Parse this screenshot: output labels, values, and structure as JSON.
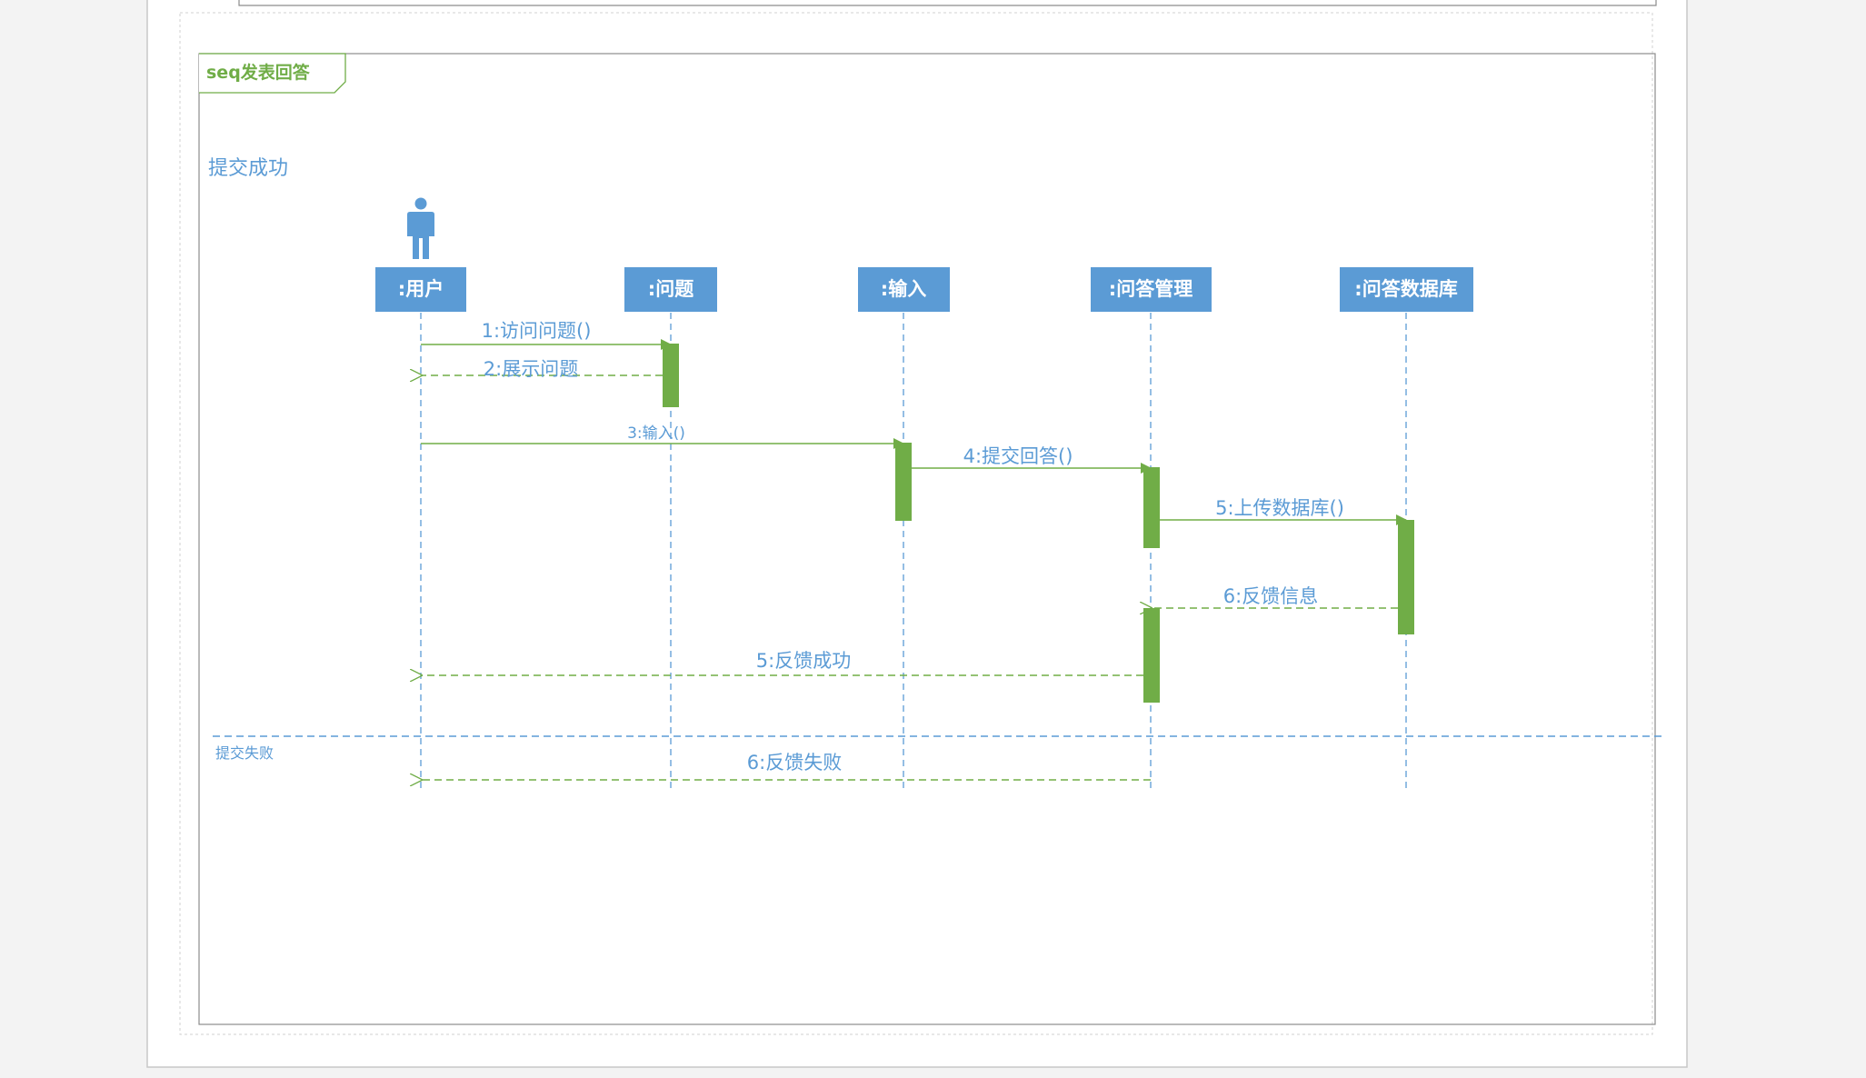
{
  "frame": {
    "title": "seq发表回答"
  },
  "fragment": {
    "section1_label": "提交成功",
    "section2_label": "提交失败"
  },
  "lifelines": [
    {
      "id": "user",
      "label": ":用户",
      "actor": true
    },
    {
      "id": "question",
      "label": ":问题"
    },
    {
      "id": "input",
      "label": ":输入"
    },
    {
      "id": "qa_manage",
      "label": ":问答管理"
    },
    {
      "id": "qa_db",
      "label": ":问答数据库"
    }
  ],
  "messages": [
    {
      "label": "1:访问问题()",
      "from": "user",
      "to": "question",
      "kind": "sync"
    },
    {
      "label": "2:展示问题",
      "from": "question",
      "to": "user",
      "kind": "return"
    },
    {
      "label": "3:输入()",
      "from": "user",
      "to": "input",
      "kind": "sync"
    },
    {
      "label": "4:提交回答()",
      "from": "input",
      "to": "qa_manage",
      "kind": "sync"
    },
    {
      "label": "5:上传数据库()",
      "from": "qa_manage",
      "to": "qa_db",
      "kind": "sync"
    },
    {
      "label": "6:反馈信息",
      "from": "qa_db",
      "to": "qa_manage",
      "kind": "return"
    },
    {
      "label": "5:反馈成功",
      "from": "qa_manage",
      "to": "user",
      "kind": "return"
    },
    {
      "label": "6:反馈失败",
      "from": "qa_manage",
      "to": "user",
      "kind": "return"
    }
  ],
  "colors": {
    "lifeline_box": "#5b9bd5",
    "text_blue": "#5b9bd5",
    "activation_green": "#70ad47",
    "frame_green": "#70ad47",
    "page_border": "#bfbfbf",
    "background": "#f3f3f3",
    "page": "#ffffff"
  }
}
